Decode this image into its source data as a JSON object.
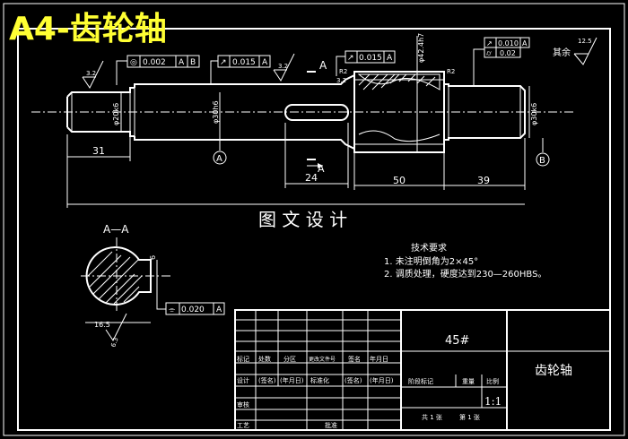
{
  "title": "A4-齿轮轴",
  "colors": {
    "title": "#ffff33",
    "line": "#ffffff",
    "background": "#000000"
  },
  "dims": {
    "d1": "31",
    "d2": "24",
    "d3": "50",
    "d4": "39",
    "dia1": "φ20k6",
    "dia2": "φ30h6",
    "dia3": "φ42.4h7",
    "dia4": "φ30k6",
    "r1": "R2",
    "r2": "R2",
    "sec_h": "6",
    "sec_w": "16.5"
  },
  "roughness": {
    "r1": "3.2",
    "r2": "3.2",
    "r3": "3.2",
    "rest": "其余",
    "rest_val": "12.5",
    "sec": "6.3"
  },
  "tolerances": {
    "t1": {
      "symbol": "◎",
      "value": "0.002",
      "datum1": "A",
      "datum2": "B"
    },
    "t2": {
      "symbol": "↗",
      "value": "0.015",
      "datum": "A"
    },
    "t3": {
      "symbol": "↗",
      "value": "0.015",
      "datum": "A"
    },
    "t4": {
      "symbol": "↗",
      "value": "0.010",
      "datum": "A"
    },
    "t5": {
      "symbol": "⌭",
      "value": "0.02"
    },
    "t6": {
      "symbol": "⌯",
      "value": "0.020",
      "datum": "A"
    }
  },
  "labels": {
    "sectionA": "A",
    "datumA": "A",
    "datumB": "B",
    "sectionTitle": "A—A",
    "design": "图 文 设 计"
  },
  "tech": {
    "title": "技术要求",
    "line1": "1. 未注明倒角为2×45°",
    "line2": "2. 调质处理，硬度达到230—260HBS。"
  },
  "titleblock": {
    "material": "45#",
    "part_name": "齿轮轴",
    "scale": "1:1",
    "row_labels": [
      "标记",
      "处数",
      "分区",
      "更改文件号",
      "签名",
      "年月日"
    ],
    "design_row": [
      "设计",
      "(签名)",
      "(年月日)",
      "标准化",
      "(签名)",
      "(年月日)"
    ],
    "stage": "阶段标记",
    "weight": "重量",
    "scale_label": "比例",
    "review": "审核",
    "process": "工艺",
    "approve": "批准",
    "sheets": "共 1 张",
    "sheet_no": "第 1 张"
  }
}
